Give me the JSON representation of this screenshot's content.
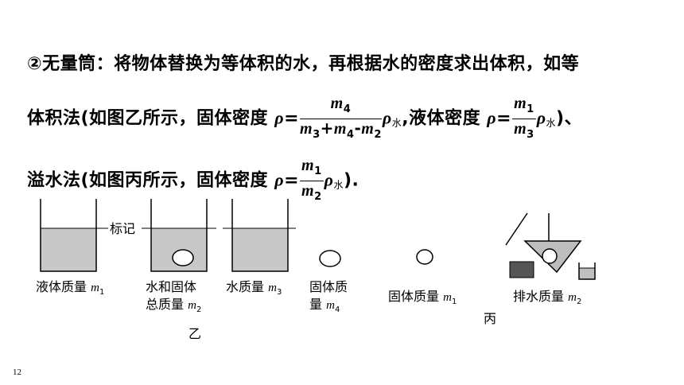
{
  "text": {
    "line1": "②无量筒：将物体替换为等体积的水，再根据水的密度求出体积，如等",
    "line2_prefix": "体积法(如图乙所示，固体密度 ",
    "line2_mid": ",液体密度 ",
    "line2_end": ")、",
    "line3_prefix": "溢水法(如图丙所示，固体密度 ",
    "line3_end": ")."
  },
  "formula": {
    "rho": "ρ",
    "eq": "=",
    "water": "水",
    "m": "m",
    "plus": "+",
    "minus": "-",
    "s1": "1",
    "s2": "2",
    "s3": "3",
    "s4": "4"
  },
  "figure": {
    "mark": "标记",
    "cap1": "液体质量",
    "cap2_line1": "水和固体",
    "cap2_line2": "总质量",
    "cap3": "水质量",
    "cap4_line1": "固体质",
    "cap4_line2": "量",
    "cap5": "固体质量",
    "cap6": "排水质量",
    "label_yi": "乙",
    "label_bing": "丙"
  },
  "page_number": "12"
}
